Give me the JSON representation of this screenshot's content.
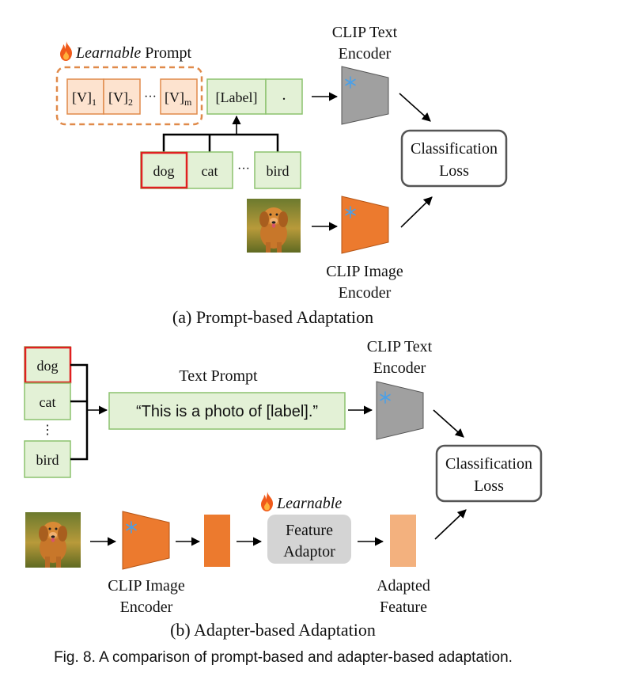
{
  "panel_a": {
    "learnable_prompt": {
      "italic": "Learnable",
      "plain": " Prompt"
    },
    "tokens": [
      "[V]",
      "[V]",
      "[V]"
    ],
    "token_subs": [
      "1",
      "2",
      "m"
    ],
    "ellipsis": "···",
    "label_token": "[Label]",
    "period_token": ".",
    "classes": [
      "dog",
      "cat",
      "bird"
    ],
    "class_ellipsis": "···",
    "text_encoder": {
      "line1": "CLIP Text",
      "line2": "Encoder"
    },
    "image_encoder": {
      "line1": "CLIP Image",
      "line2": "Encoder"
    },
    "loss": {
      "line1": "Classification",
      "line2": "Loss"
    },
    "caption": "(a) Prompt-based Adaptation"
  },
  "panel_b": {
    "classes": [
      "dog",
      "cat",
      "bird"
    ],
    "class_ellipsis": "⋮",
    "text_prompt_label": "Text Prompt",
    "text_prompt": "“This is a photo of [label].”",
    "text_encoder": {
      "line1": "CLIP Text",
      "line2": "Encoder"
    },
    "image_encoder": {
      "line1": "CLIP Image",
      "line2": "Encoder"
    },
    "learnable": "Learnable",
    "adaptor": {
      "line1": "Feature",
      "line2": "Adaptor"
    },
    "adapted": {
      "line1": "Adapted",
      "line2": "Feature"
    },
    "loss": {
      "line1": "Classification",
      "line2": "Loss"
    },
    "caption": "(b) Adapter-based Adaptation"
  },
  "figure_caption": "Fig. 8. A comparison of prompt-based and adapter-based adaptation.",
  "colors": {
    "prompt_fill": "#fde3cf",
    "prompt_stroke": "#e08a4a",
    "green_fill": "#e3f1d6",
    "green_stroke": "#8cc26e",
    "selected_stroke": "#e02020",
    "encoder_gray": "#a0a0a0",
    "encoder_orange": "#ec7a2e",
    "adapted_fill": "#f3b17e",
    "adaptor_fill": "#d4d4d4"
  }
}
